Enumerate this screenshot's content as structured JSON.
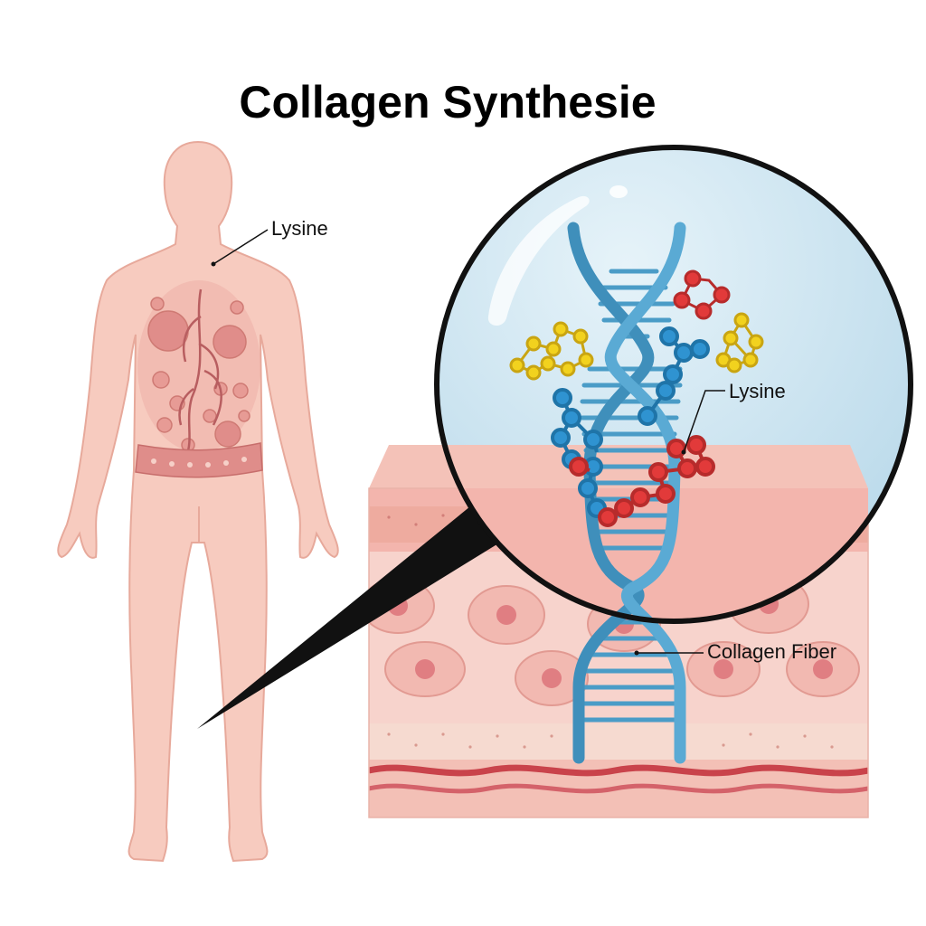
{
  "title": "Collagen Synthesie",
  "labels": {
    "body_lysine": "Lysine",
    "magnified_lysine": "Lysine",
    "collagen_fiber": "Collagen Fiber"
  },
  "colors": {
    "skin_tone": "#f7c9bd",
    "dermis_pink": "#f2b6b0",
    "helix_blue": "#4a9cc7",
    "lens_fill": "#d6eaf3",
    "lysine_blue": "#2f93d1",
    "molecule_red": "#e23a3a",
    "molecule_yellow": "#f2d21e",
    "blood_vessel": "#c9434b"
  }
}
